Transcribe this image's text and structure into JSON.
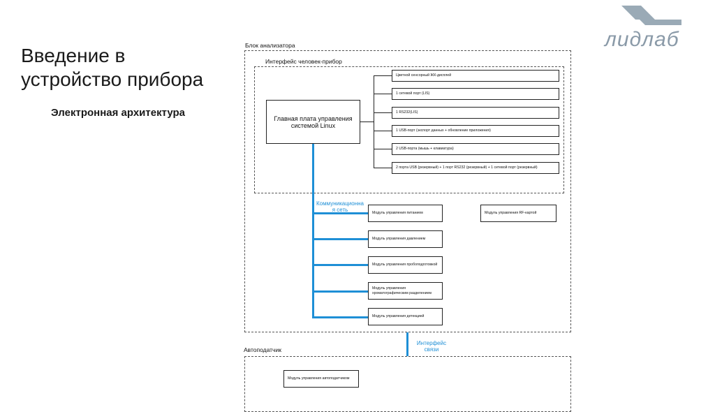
{
  "slide": {
    "title_line1": "Введение в",
    "title_line2": "устройство прибора",
    "subtitle": "Электронная архитектура",
    "logo_text": "лидлаб"
  },
  "diagram": {
    "analyzer_block": "Блок анализатора",
    "hmi_block": "Интерфейс человек-прибор",
    "main_board": "Главная плата управления системой Linux",
    "hmi_items": [
      "Цветной сенсорный ЖК-дисплей",
      "1 сетевой порт (LIS)",
      "1 RS232(LIS)",
      "1 USB-порт (экспорт данных + обновление приложения)",
      "2 USB-порта (мышь + клавиатура)",
      "2 порта USB (резервный) + 1 порт RS232 (резервный) + 1 сетевой порт (резервный)"
    ],
    "comm_network": "Коммуникационна я сеть",
    "modules": [
      "Модуль управления питанием",
      "Модуль управления давлением",
      "Модуль управления пробоподготовкой",
      "Модуль управления хроматографическим разделением",
      "Модуль управления детекцией"
    ],
    "rf_module": "Модуль управления RF-картой",
    "comm_interface": "Интерфейс связи",
    "autosampler_block": "Автоподатчик",
    "autosampler_module": "Модуль управления автоподатчиком",
    "colors": {
      "accent": "#1e8fd6",
      "logo": "#8a9aa8"
    }
  }
}
